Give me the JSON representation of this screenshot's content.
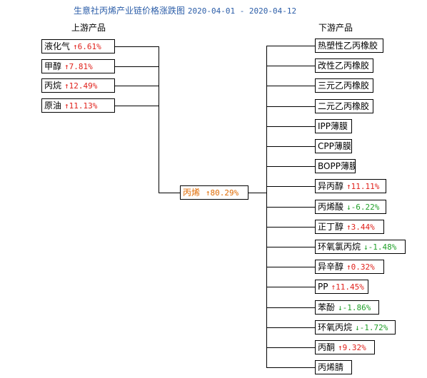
{
  "title": {
    "text": "生意社丙烯产业链价格涨跌图",
    "dates": "2020-04-01 - 2020-04-12"
  },
  "upstream_header": "上游产品",
  "downstream_header": "下游产品",
  "center": {
    "name": "丙烯",
    "arrow": "↑",
    "change": "80.29%"
  },
  "upstream": [
    {
      "name": "液化气",
      "arrow": "↑",
      "change": "6.61%",
      "dir": "up"
    },
    {
      "name": "甲醇",
      "arrow": "↑",
      "change": "7.81%",
      "dir": "up"
    },
    {
      "name": "丙烷",
      "arrow": "↑",
      "change": "12.49%",
      "dir": "up"
    },
    {
      "name": "原油",
      "arrow": "↑",
      "change": "11.13%",
      "dir": "up"
    }
  ],
  "downstream": [
    {
      "name": "热塑性乙丙橡胶",
      "arrow": "",
      "change": "",
      "dir": ""
    },
    {
      "name": "改性乙丙橡胶",
      "arrow": "",
      "change": "",
      "dir": ""
    },
    {
      "name": "三元乙丙橡胶",
      "arrow": "",
      "change": "",
      "dir": ""
    },
    {
      "name": "二元乙丙橡胶",
      "arrow": "",
      "change": "",
      "dir": ""
    },
    {
      "name": "IPP薄膜",
      "arrow": "",
      "change": "",
      "dir": ""
    },
    {
      "name": "CPP薄膜",
      "arrow": "",
      "change": "",
      "dir": ""
    },
    {
      "name": "BOPP薄膜",
      "arrow": "",
      "change": "",
      "dir": ""
    },
    {
      "name": "异丙醇",
      "arrow": "↑",
      "change": "11.11%",
      "dir": "up"
    },
    {
      "name": "丙烯酸",
      "arrow": "↓",
      "change": "-6.22%",
      "dir": "dn"
    },
    {
      "name": "正丁醇",
      "arrow": "↑",
      "change": "3.44%",
      "dir": "up"
    },
    {
      "name": "环氧氯丙烷",
      "arrow": "↓",
      "change": "-1.48%",
      "dir": "dn"
    },
    {
      "name": "异辛醇",
      "arrow": "↑",
      "change": "0.32%",
      "dir": "up"
    },
    {
      "name": "PP",
      "arrow": "↑",
      "change": "11.45%",
      "dir": "up"
    },
    {
      "name": "苯酚",
      "arrow": "↓",
      "change": "-1.86%",
      "dir": "dn"
    },
    {
      "name": "环氧丙烷",
      "arrow": "↓",
      "change": "-1.72%",
      "dir": "dn"
    },
    {
      "name": "丙酮",
      "arrow": "↑",
      "change": "9.32%",
      "dir": "up"
    },
    {
      "name": "丙烯腈",
      "arrow": "",
      "change": "",
      "dir": ""
    }
  ]
}
